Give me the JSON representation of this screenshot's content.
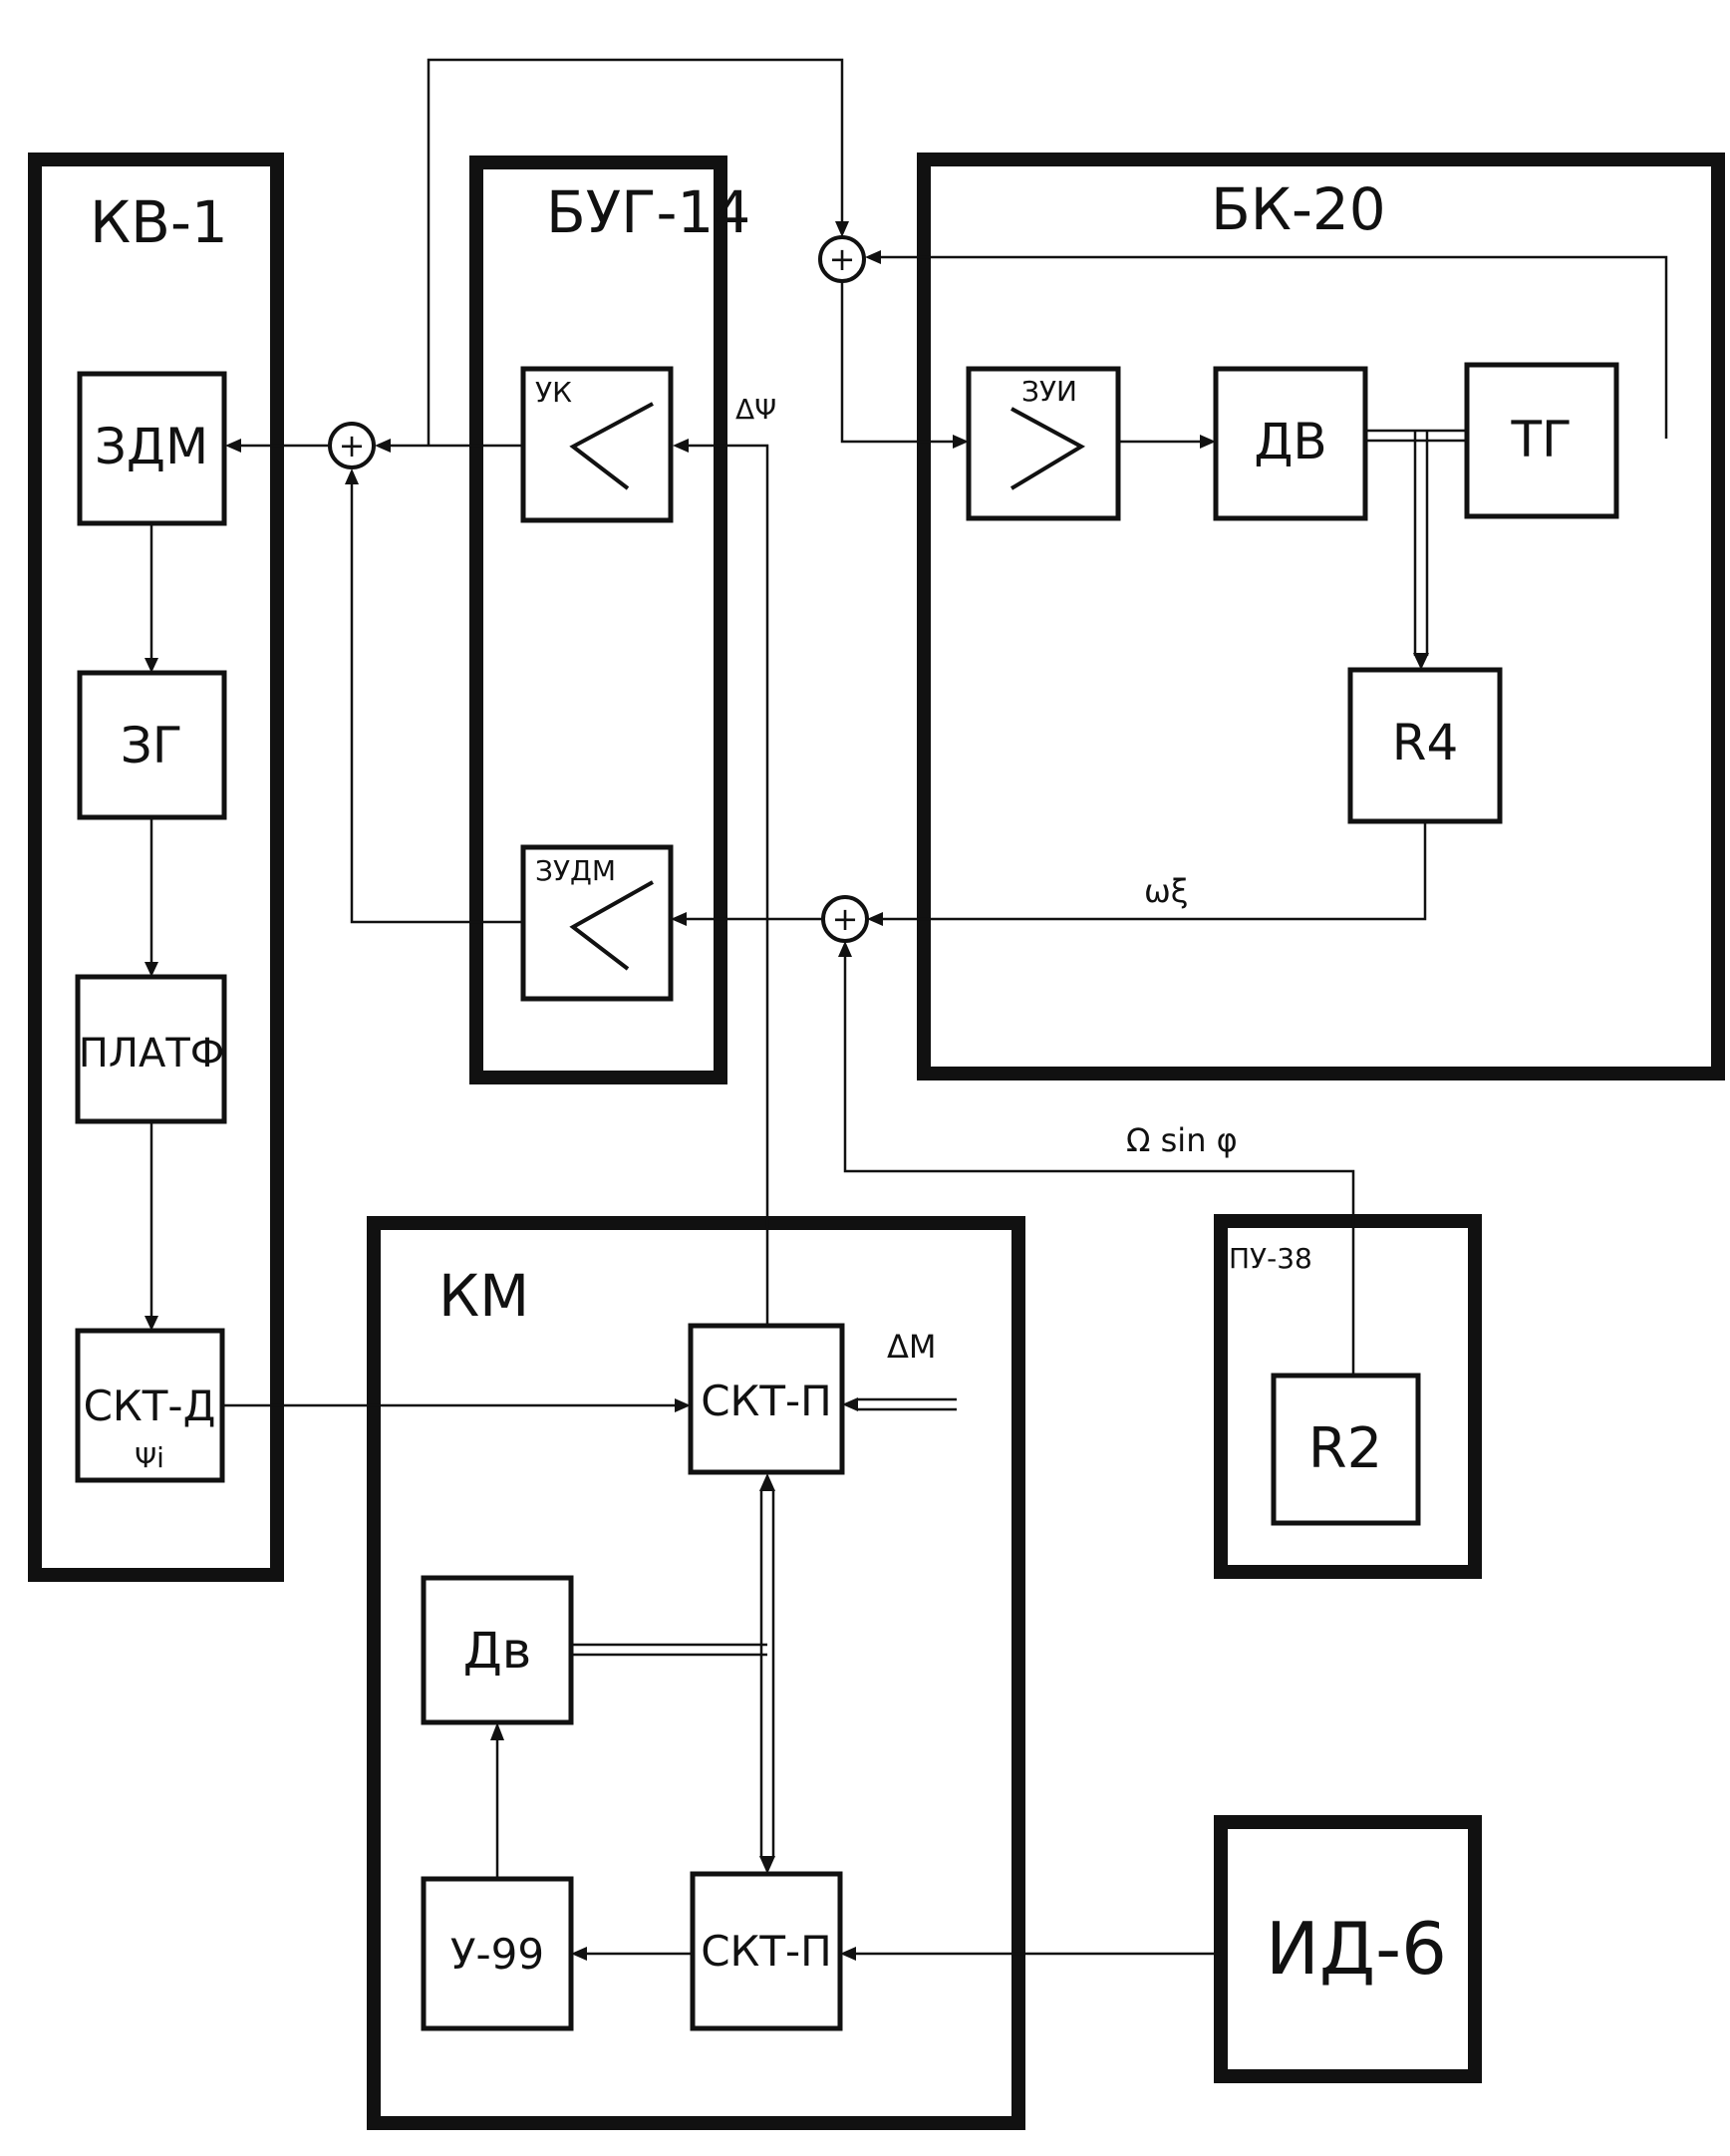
{
  "groups": {
    "kv1": "КВ-1",
    "bug14": "БУГ-14",
    "bk20": "БК-20",
    "km": "КМ",
    "pu38": "ПУ-38",
    "id6": "ИД-6"
  },
  "blocks": {
    "zdm": "ЗДМ",
    "zg": "ЗГ",
    "platf": "ПЛАТФ",
    "skt_d": "СКТ-Д",
    "skt_d_sub": "Ψi",
    "uk": "УК",
    "zudm": "ЗУДМ",
    "zui": "ЗУИ",
    "dv_bk": "ДВ",
    "tg": "ТГ",
    "r4": "R4",
    "skt_p_top": "СКТ-П",
    "skt_p_bottom": "СКТ-П",
    "dv_km": "Дв",
    "u99": "У-99",
    "r2": "R2"
  },
  "signals": {
    "delta_psi": "ΔΨ",
    "omega_xi": "ωξ",
    "omega_sin": "Ω sin φ",
    "delta_m": "ΔM"
  },
  "summer_symbol": "+",
  "colors": {
    "ink": "#111111",
    "paper": "#ffffff"
  }
}
